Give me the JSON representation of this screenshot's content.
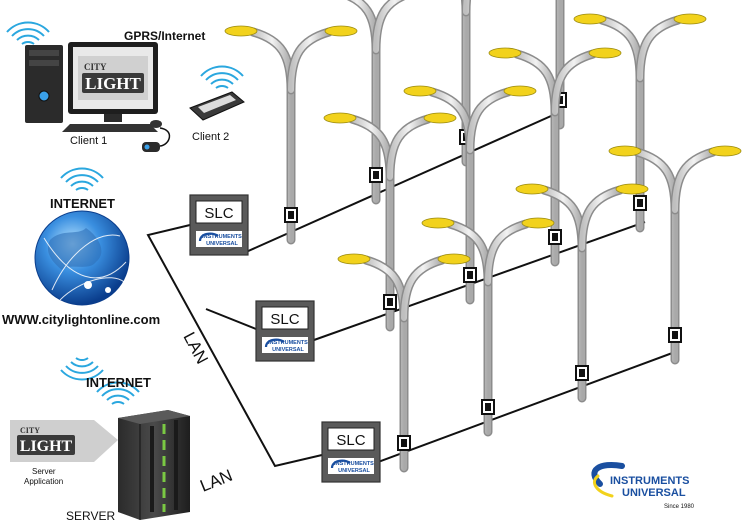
{
  "labels": {
    "gprs": "GPRS/Internet",
    "client1": "Client 1",
    "client2": "Client 2",
    "internet_top": "INTERNET",
    "website": "WWW.citylightonline.com",
    "internet_bottom": "INTERNET",
    "lan1": "LAN",
    "lan2": "LAN",
    "server": "SERVER",
    "server_app_line1": "Server",
    "server_app_line2": "Application"
  },
  "logo": {
    "city": "CITY",
    "light": "LIGHT"
  },
  "slc": {
    "label": "SLC",
    "badge_line1": "INSTRUMENTS",
    "badge_line2": "UNIVERSAL"
  },
  "brand": {
    "name_line1": "INSTRUMENTS",
    "name_line2": "UNIVERSAL",
    "since": "Since 1980"
  },
  "colors": {
    "lamp": "#f2d21c",
    "pole": "#d9d9d9",
    "wifi": "#2aa7df",
    "globe": "#1c6cc4",
    "slc_box": "#5a5a5a",
    "brand_blue": "#1a4fa0"
  }
}
